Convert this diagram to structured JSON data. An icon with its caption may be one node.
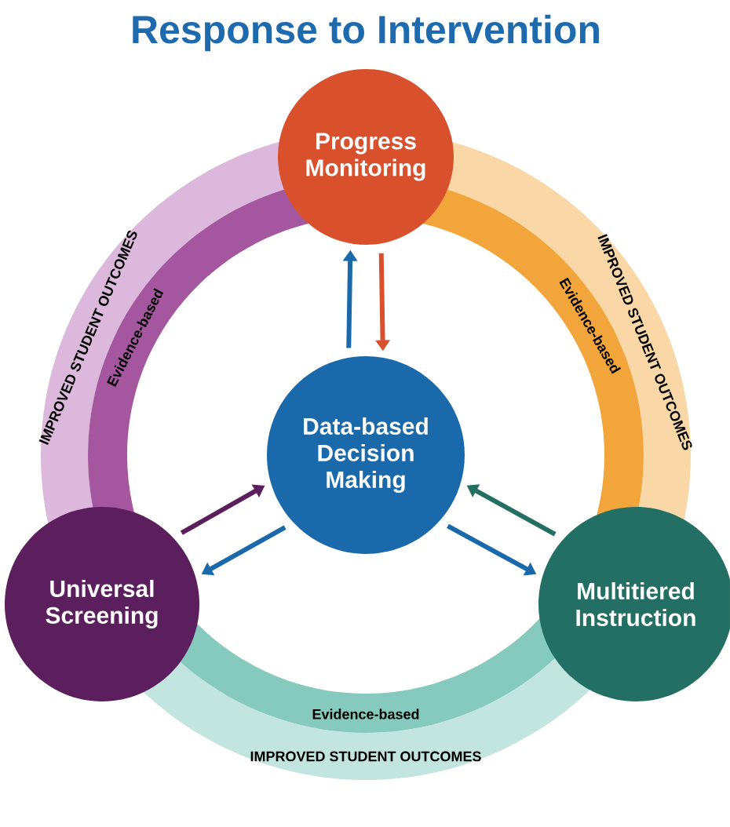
{
  "diagram": {
    "title": "Response to Intervention",
    "nodes": [
      {
        "text": [
          "Progress Monitoring"
        ]
      },
      {
        "text": [
          "Data-based Decision Making"
        ]
      },
      {
        "text": [
          "Universal Screening"
        ]
      },
      {
        "text": [
          "Multitiered Instruction"
        ]
      }
    ],
    "edges": [
      {
        "from": 1,
        "to": 0,
        "arrow": "to"
      },
      {
        "from": 0,
        "to": 1,
        "arrow": "to",
        "color": "#d9512c"
      },
      {
        "from": 2,
        "to": 1,
        "arrow": "to",
        "color": "#5c1f5e"
      },
      {
        "from": 1,
        "to": 2,
        "arrow": "to"
      },
      {
        "from": 3,
        "to": 1,
        "arrow": "to",
        "color": "#236f63"
      },
      {
        "from": 1,
        "to": 3,
        "arrow": "to"
      }
    ],
    "labels": [
      "IMPROVED STUDENT OUTCOMES",
      "Evidence-based",
      "IMPROVED STUDENT OUTCOMES",
      "Evidence-based",
      "Evidence-based",
      "IMPROVED STUDENT OUTCOMES"
    ]
  }
}
